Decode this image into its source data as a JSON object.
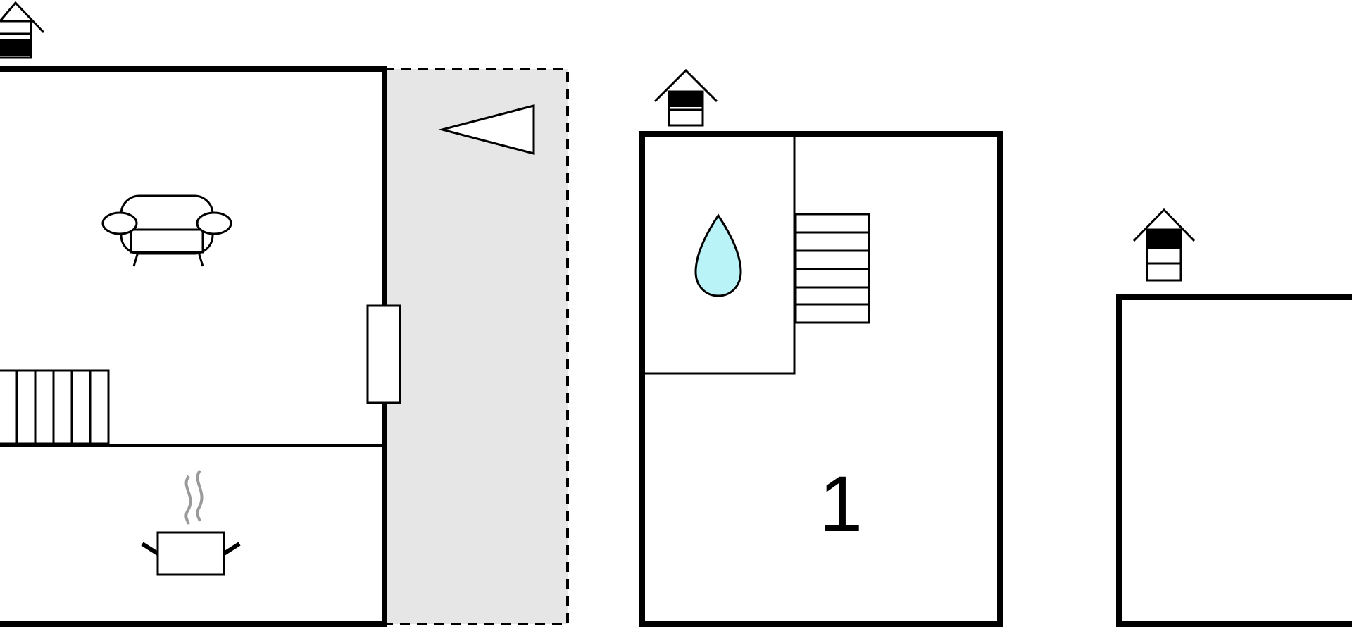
{
  "floor_plan": {
    "colors": {
      "wall": "#000000",
      "background": "#ffffff",
      "terrace_fill": "#e6e6e6",
      "water_drop": "#b9f2f7",
      "steam": "#9a9a9a"
    },
    "floors": [
      {
        "level_icon": "house-level-icon-ground",
        "rooms": [
          {
            "type": "living-room",
            "icon": "sofa-icon"
          },
          {
            "type": "kitchen",
            "icon": "cooking-pot-icon"
          }
        ],
        "features": [
          "radiator-icon",
          "door-icon",
          "terrace-area",
          "compass-icon"
        ]
      },
      {
        "level_icon": "house-level-icon-first",
        "rooms": [
          {
            "type": "bathroom",
            "icon": "water-drop-icon"
          },
          {
            "type": "bedroom",
            "number": "1"
          }
        ],
        "features": [
          "staircase-icon"
        ]
      },
      {
        "level_icon": "house-level-icon-second",
        "rooms": [],
        "features": []
      }
    ]
  }
}
